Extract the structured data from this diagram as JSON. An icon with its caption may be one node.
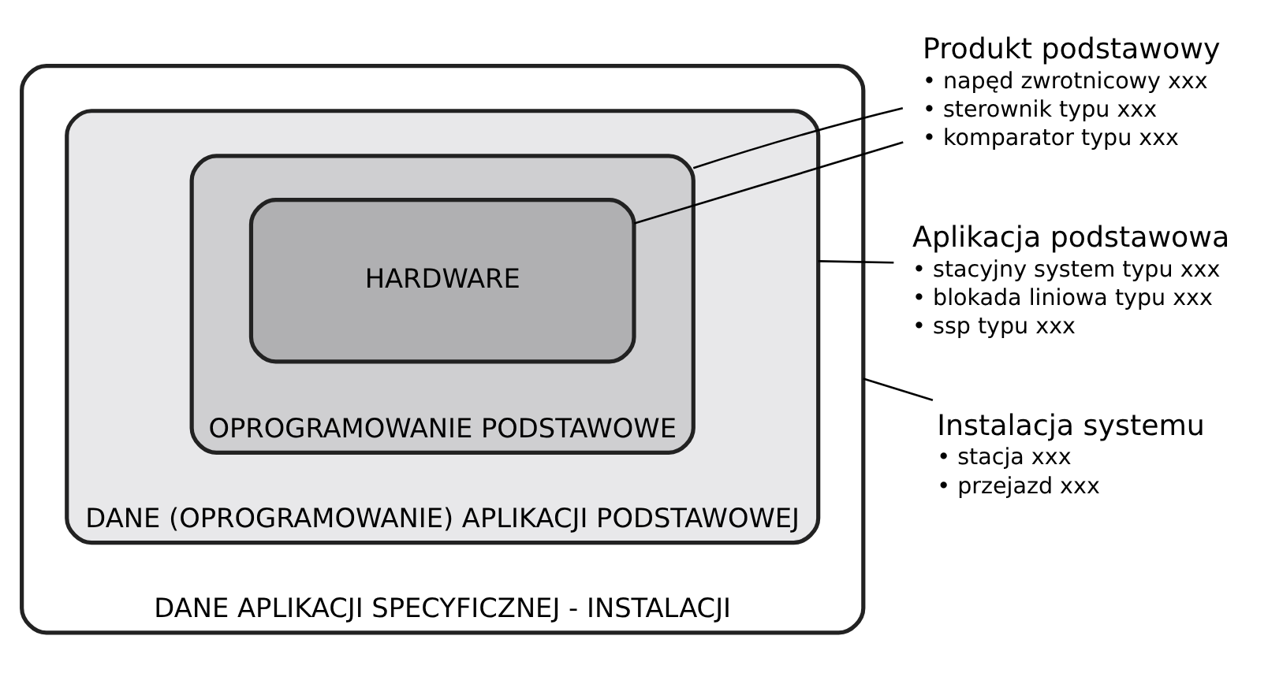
{
  "diagram": {
    "nodes": [
      {
        "text": [
          "DANE APLIKACJI SPECYFICZNEJ - INSTALACJI"
        ]
      },
      {
        "text": [
          "DANE (OPROGRAMOWANIE) APLIKACJI PODSTAWOWEJ"
        ],
        "in": 0
      },
      {
        "text": [
          "OPROGRAMOWANIE PODSTAWOWE"
        ],
        "in": 1
      },
      {
        "text": [
          "HARDWARE"
        ],
        "in": 2
      },
      {
        "text": [
          "Produkt podstawowy",
          "• napęd zwrotnicowy xxx",
          "• sterownik typu xxx",
          "• komparator typu xxx"
        ]
      },
      {
        "text": [
          "Aplikacja podstawowa",
          "• stacyjny system typu xxx",
          "• blokada liniowa typu xxx",
          "• ssp typu xxx"
        ]
      },
      {
        "text": [
          "Instalacja systemu",
          "• stacja xxx",
          "• przejazd xxx"
        ]
      }
    ],
    "edges": [
      {
        "from": 4,
        "to": 3,
        "arrow": "none"
      },
      {
        "from": 4,
        "to": 2,
        "arrow": "none"
      },
      {
        "from": 5,
        "to": 1,
        "arrow": "none"
      },
      {
        "from": 6,
        "to": 0,
        "arrow": "none"
      }
    ]
  }
}
